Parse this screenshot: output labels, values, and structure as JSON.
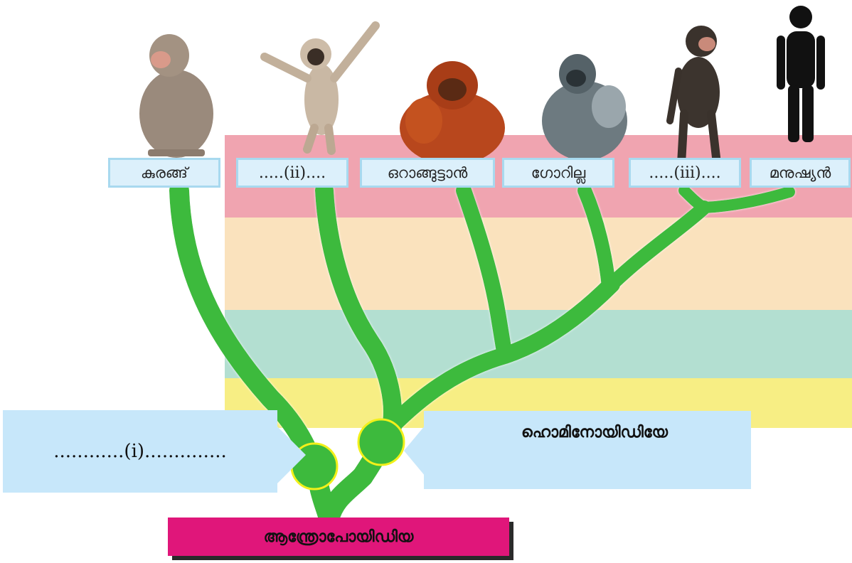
{
  "labels": {
    "monkey": "കുരങ്ങ്",
    "blank_ii": ".....(ii)....",
    "orangutan": "ഒറാങ്ങുട്ടാൻ",
    "gorilla": "ഗോറില്ല",
    "blank_iii": ".....(iii)....",
    "human": "മനുഷ്യൻ"
  },
  "callouts": {
    "blank_i": "............(i)..............",
    "hominoidea": "ഹൊമിനോയിഡിയേ"
  },
  "root": {
    "label": "ആന്ത്രോപോയിഡിയ"
  },
  "colors": {
    "branch": "#3dba3d",
    "node_ring": "#f2f01a",
    "label_fill": "#dcf0fb",
    "callout_fill": "#c7e7fa",
    "root_fill": "#e0167a",
    "bands": [
      "#f0a4b0",
      "#fae2bd",
      "#b3dfd1",
      "#f7ee84"
    ]
  },
  "icons": [
    "monkey-figure",
    "gibbon-figure",
    "orangutan-figure",
    "gorilla-figure",
    "chimpanzee-figure",
    "human-silhouette"
  ]
}
